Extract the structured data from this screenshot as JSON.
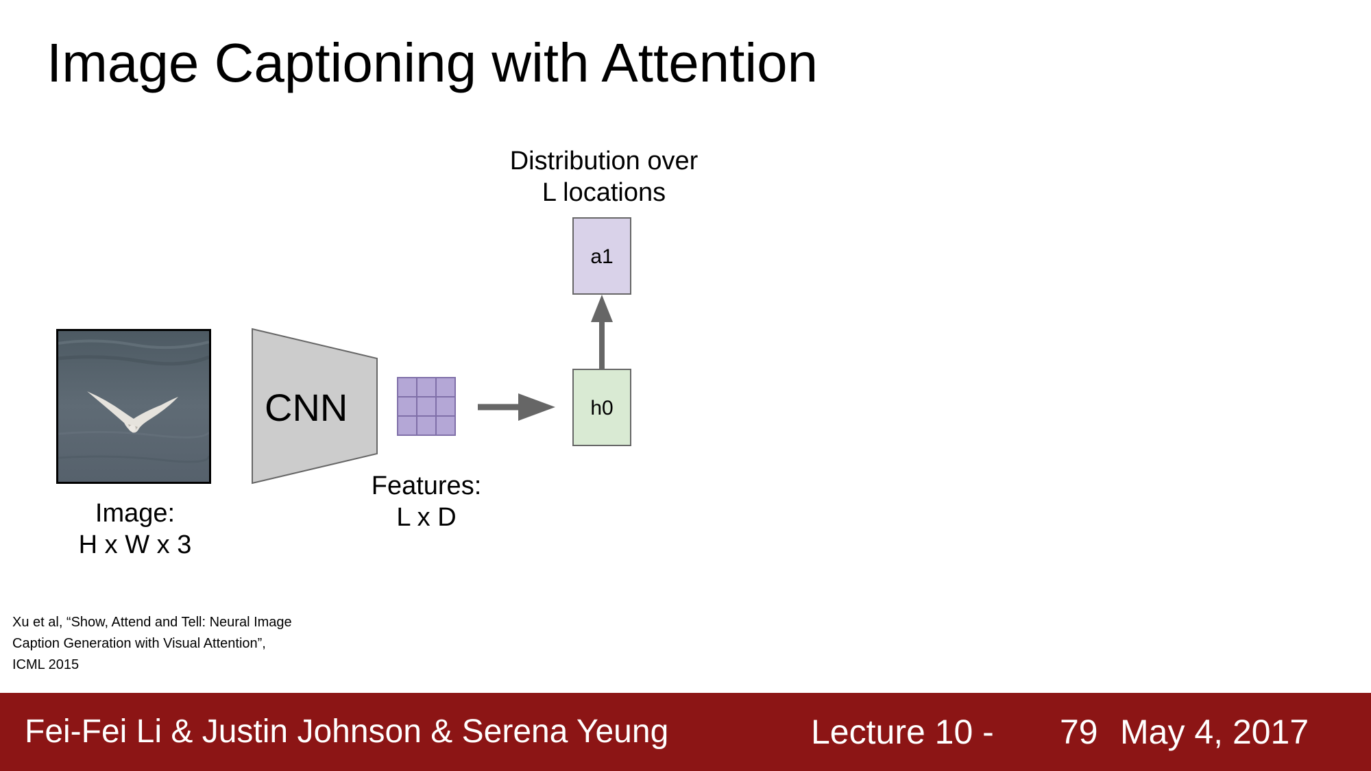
{
  "slide": {
    "title": "Image Captioning with Attention"
  },
  "diagram": {
    "image_label_line1": "Image:",
    "image_label_line2": "H x W x 3",
    "cnn_label": "CNN",
    "features_label_line1": "Features:",
    "features_label_line2": "L x D",
    "distribution_label_line1": "Distribution over",
    "distribution_label_line2": "L locations",
    "h0_label": "h0",
    "a1_label": "a1",
    "colors": {
      "h0_fill": "#d9ead3",
      "a1_fill": "#d9d2e9",
      "feature_grid_fill": "#b4a7d6",
      "cnn_fill": "#cccccc",
      "arrow": "#666666"
    }
  },
  "citation": {
    "text": "Xu et al, “Show, Attend and Tell: Neural Image Caption Generation with Visual Attention”, ICML 2015"
  },
  "footer": {
    "authors": "Fei-Fei Li & Justin Johnson & Serena Yeung",
    "lecture": "Lecture 10 -",
    "page": "79",
    "date": "May 4, 2017",
    "background_color": "#8c1515"
  }
}
